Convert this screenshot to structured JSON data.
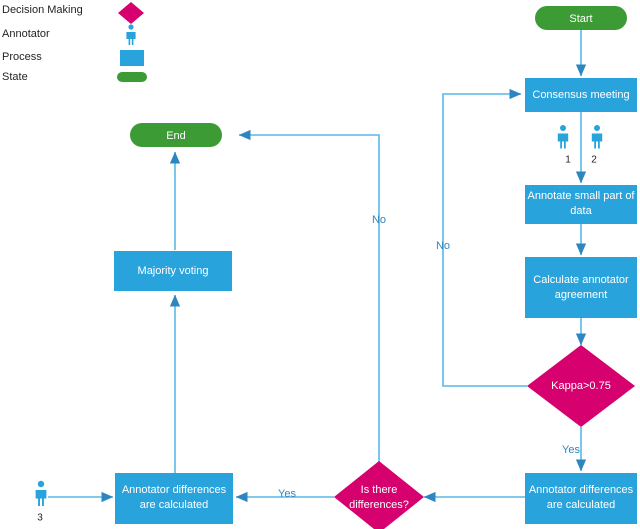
{
  "legend": {
    "items": [
      {
        "label": "Decision Making",
        "icon": "diamond-icon",
        "color": "#D6006E"
      },
      {
        "label": "Annotator",
        "icon": "person-icon",
        "color": "#29A3DC"
      },
      {
        "label": "Process",
        "icon": "rectangle-icon",
        "color": "#29A3DC"
      },
      {
        "label": "State",
        "icon": "rounded-pill-icon",
        "color": "#3D9B35"
      }
    ]
  },
  "colors": {
    "decision": "#D6006E",
    "process": "#29A3DC",
    "state": "#3D9B35",
    "annotator": "#29A3DC",
    "edge": "#5ab7e8",
    "edge_label": "#2e86c1"
  },
  "nodes": {
    "start": {
      "label": "Start",
      "type": "state"
    },
    "end": {
      "label": "End",
      "type": "state"
    },
    "consensus_meeting": {
      "label": "Consensus meeting",
      "type": "process"
    },
    "annotate_small_part": {
      "label_line1": "Annotate small part of",
      "label_line2": "data",
      "type": "process"
    },
    "calculate_agreement": {
      "label_line1": "Calculate annotator",
      "label_line2": "agreement",
      "type": "process"
    },
    "kappa_decision": {
      "label": "Kappa>0.75",
      "type": "decision"
    },
    "annotator_diff_right": {
      "label_line1": "Annotator differences",
      "label_line2": "are calculated",
      "type": "process"
    },
    "is_there_differences": {
      "label_line1": "Is there",
      "label_line2": "differences?",
      "type": "decision"
    },
    "annotator_diff_left": {
      "label_line1": "Annotator differences",
      "label_line2": "are calculated",
      "type": "process"
    },
    "majority_voting": {
      "label": "Majority voting",
      "type": "process"
    }
  },
  "annotators": {
    "one": "1",
    "two": "2",
    "three": "3"
  },
  "edge_labels": {
    "kappa_no": "No",
    "kappa_yes": "Yes",
    "differences_yes": "Yes",
    "differences_no": "No"
  },
  "chart_data": {
    "type": "diagram",
    "title": "Annotation workflow flowchart",
    "flow": [
      {
        "from": "start",
        "to": "consensus_meeting",
        "label": ""
      },
      {
        "from": "consensus_meeting",
        "to": "annotate_small_part",
        "label": ""
      },
      {
        "from": "annotate_small_part",
        "to": "calculate_agreement",
        "label": ""
      },
      {
        "from": "calculate_agreement",
        "to": "kappa_decision",
        "label": ""
      },
      {
        "from": "kappa_decision",
        "to": "consensus_meeting",
        "label": "No"
      },
      {
        "from": "kappa_decision",
        "to": "annotator_diff_right",
        "label": "Yes"
      },
      {
        "from": "annotator_diff_right",
        "to": "is_there_differences",
        "label": ""
      },
      {
        "from": "is_there_differences",
        "to": "annotator_diff_left",
        "label": "Yes"
      },
      {
        "from": "is_there_differences",
        "to": "end",
        "label": "No"
      },
      {
        "from": "annotator_diff_left",
        "to": "majority_voting",
        "label": ""
      },
      {
        "from": "majority_voting",
        "to": "end",
        "label": ""
      },
      {
        "from": "annotator_3",
        "to": "annotator_diff_left",
        "label": ""
      }
    ]
  }
}
